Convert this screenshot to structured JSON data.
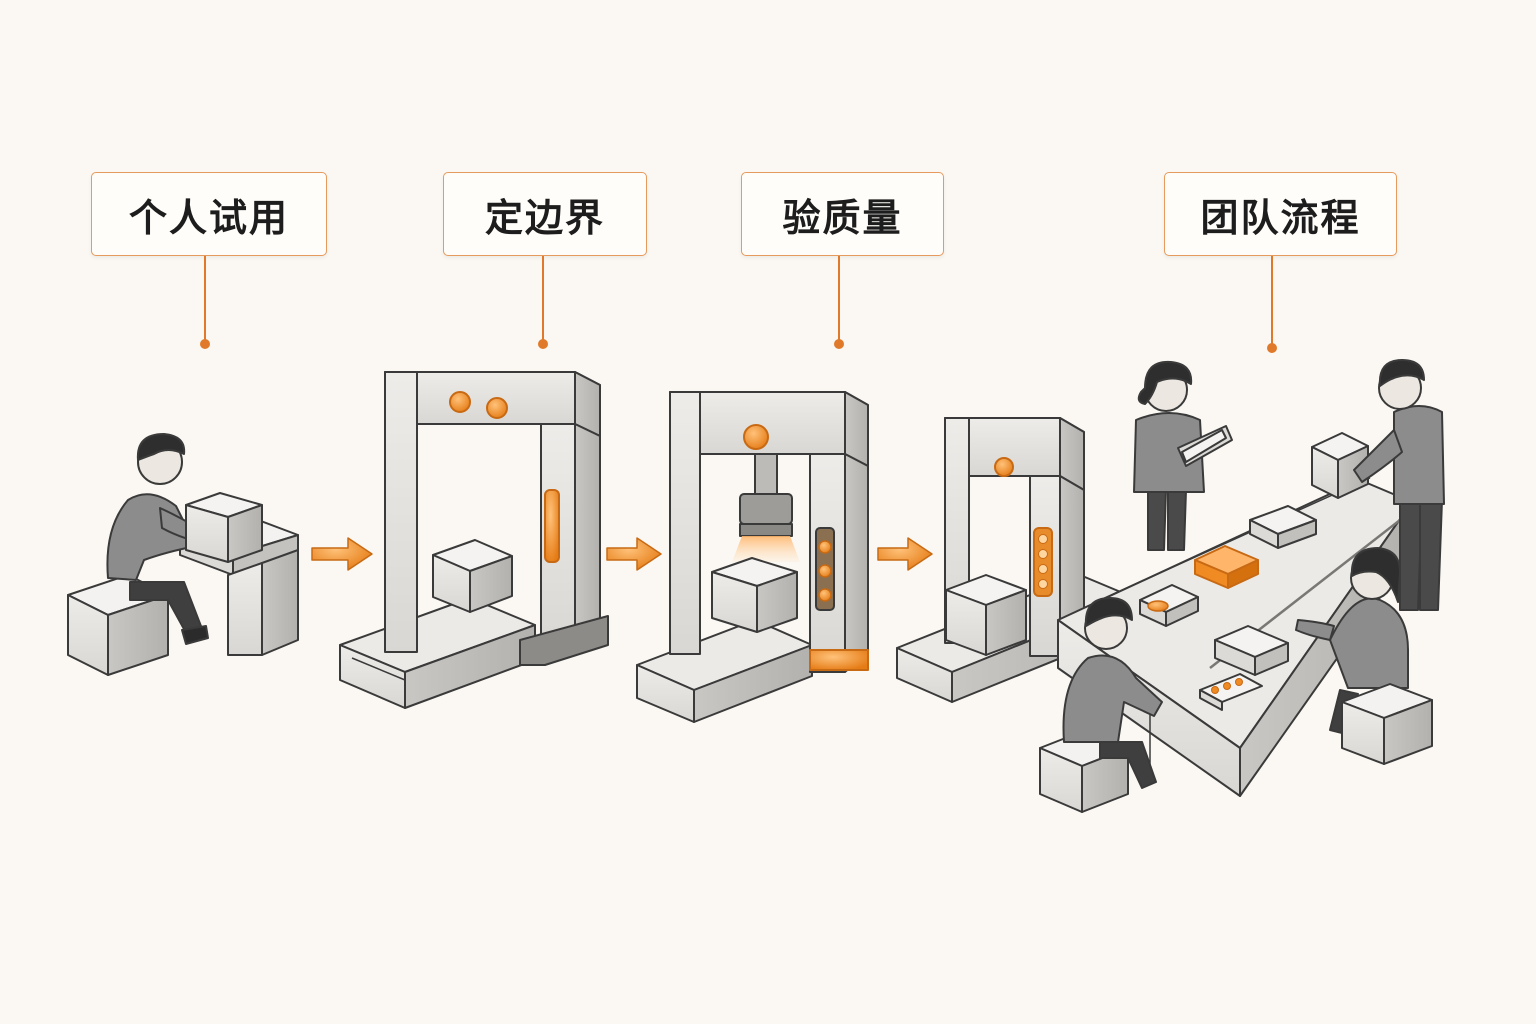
{
  "stages": [
    {
      "label": "个人试用"
    },
    {
      "label": "定边界"
    },
    {
      "label": "验质量"
    },
    {
      "label": "团队流程"
    }
  ],
  "colors": {
    "accent": "#f0902b",
    "accent_dark": "#c86a14",
    "connector": "#e07a2a",
    "outline": "#3a3a3a",
    "machine_light": "#e9e7e4",
    "machine_mid": "#d3d1ce",
    "machine_dark": "#a9a7a4",
    "person_gray": "#8a8a8a",
    "person_dark": "#4a4a4a",
    "background": "#fbf8f3"
  },
  "icons": [
    "person-icon",
    "workbench-icon",
    "gate-icon",
    "press-icon",
    "scanner-icon",
    "conveyor-icon",
    "box-icon",
    "arrow-right-icon",
    "tablet-icon"
  ]
}
